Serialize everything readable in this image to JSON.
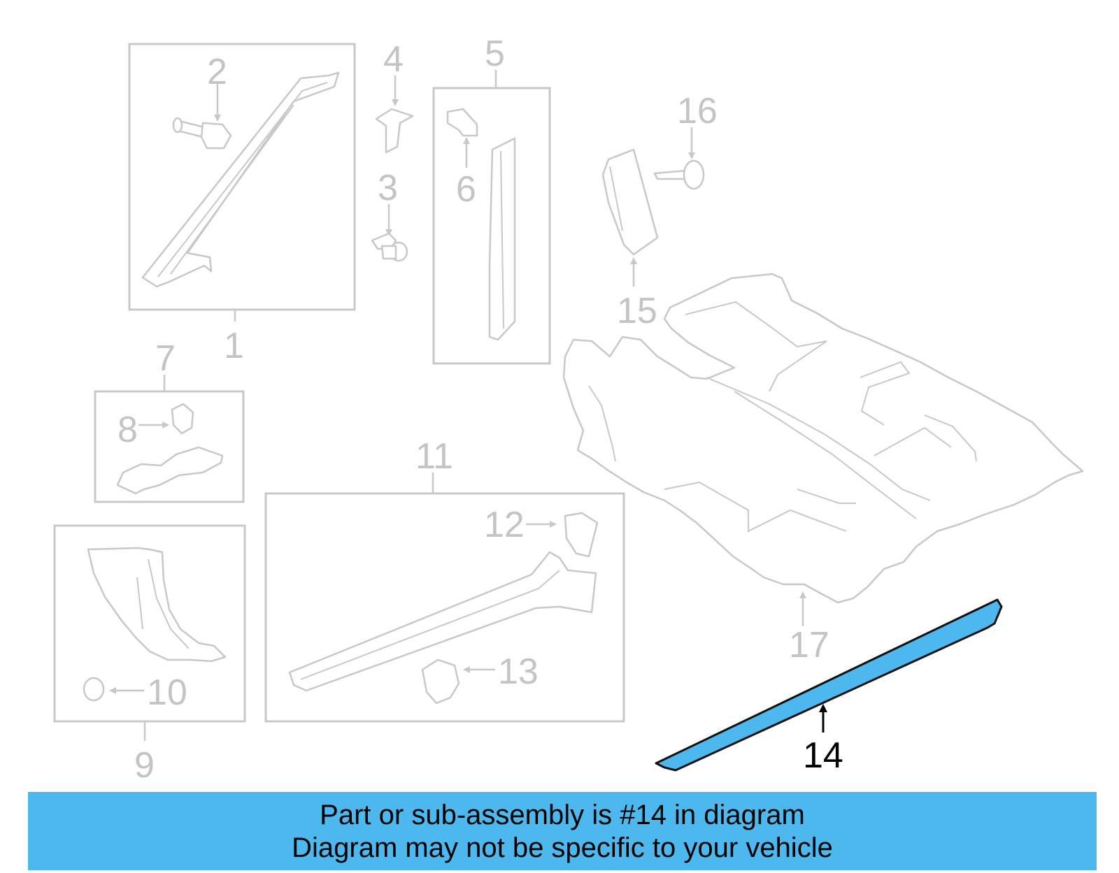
{
  "diagram": {
    "highlighted_part": "14",
    "callouts": {
      "c1": "1",
      "c2": "2",
      "c3": "3",
      "c4": "4",
      "c5": "5",
      "c6": "6",
      "c7": "7",
      "c8": "8",
      "c9": "9",
      "c10": "10",
      "c11": "11",
      "c12": "12",
      "c13": "13",
      "c14": "14",
      "c15": "15",
      "c16": "16",
      "c17": "17"
    },
    "colors": {
      "highlight": "#4db8ee",
      "inactive": "#c8c8c8",
      "outline": "#111111"
    }
  },
  "footer": {
    "line1": "Part or sub-assembly is #14 in diagram",
    "line2": "Diagram may not be specific to your vehicle"
  }
}
